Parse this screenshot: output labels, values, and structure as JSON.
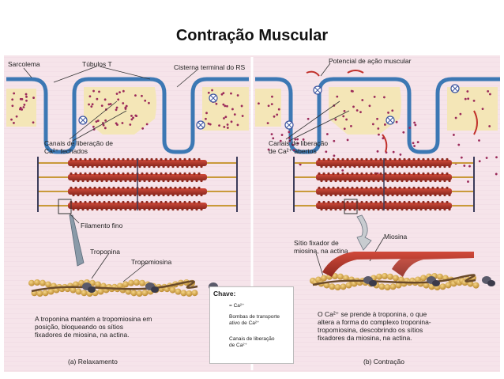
{
  "title": "Contração Muscular",
  "labels": {
    "sarcolema": "Sarcolema",
    "tubulos": "Túbulos T",
    "cisterna": "Cisterna terminal do RS",
    "potencial": "Potencial de ação muscular",
    "canais_fechados_1": "Canais de liberação de",
    "canais_fechados_2": "Ca²⁺ fechados",
    "canais_abertos_1": "Canais de liberação",
    "canais_abertos_2": "de Ca²⁺ abertos",
    "filamento": "Filamento fino",
    "troponina": "Troponina",
    "tropomiosina": "Tropomiosina",
    "sitio_1": "Sítio fixador de",
    "sitio_2": "miosina, na actina",
    "miosina": "Miosina"
  },
  "captions": {
    "left_1": "A troponina mantém a tropomiosina em",
    "left_2": "posição, bloqueando os sítios",
    "left_3": "fixadores de miosina, na actina.",
    "right_1": "O Ca²⁺ se prende à troponina, o que",
    "right_2": "altera a forma do complexo troponina-",
    "right_3": "tropomiosina, descobrindo os sítios",
    "right_4": "fixadores da miosina, na actina."
  },
  "panels": {
    "a": "(a) Relaxamento",
    "b": "(b) Contração"
  },
  "key": {
    "title": "Chave:",
    "ca": "= Ca²⁺",
    "bomb_1": "Bombas de transporte",
    "bomb_2": "ativo de Ca²⁺",
    "chan_1": "Canais de liberação",
    "chan_2": "de Ca²⁺"
  },
  "colors": {
    "membrane": "#3c78b4",
    "cisterna": "#f3e6b4",
    "ca": "#9b2a5a",
    "actin": "#d8a53a",
    "myosin": "#b23a2a",
    "background_pink": "#f6e4ea"
  }
}
